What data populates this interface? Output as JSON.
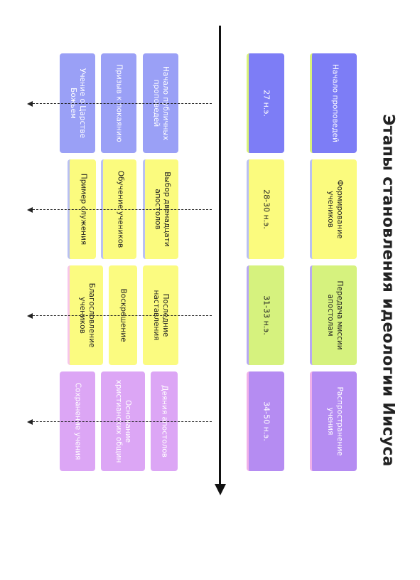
{
  "title": "Этапы становления идеологии Иисуса",
  "stages": [
    {
      "name": "Начало проповедей",
      "period": "27 н.э.",
      "events": [
        "Начало публичных проповедей",
        "Призыв к покаянию",
        "Учение о Царстве Божьем"
      ]
    },
    {
      "name": "Формирование учеников",
      "period": "28-30 н.э.",
      "events": [
        "Выбор двенадцати апостолов",
        "Обучение учеников",
        "Пример служения"
      ]
    },
    {
      "name": "Передача миссии апостолам",
      "period": "31-33 н.э.",
      "events": [
        "Последние наставления",
        "Воскрешение",
        "Благословление учеников"
      ]
    },
    {
      "name": "Распространение учения",
      "period": "34-50 н.э.",
      "events": [
        "Деяния апостолов",
        "Основание христианских общин",
        "Сохранение учения"
      ]
    }
  ],
  "colors": {
    "stage1": "#7d7df6",
    "stage2": "#fbfb7e",
    "stage3": "#d6f27e",
    "stage4": "#b58cf2",
    "timeline": "#111111"
  }
}
